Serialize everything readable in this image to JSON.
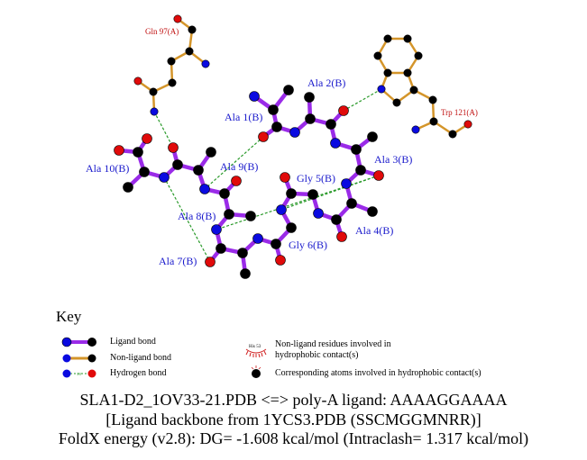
{
  "residues_nonligand": {
    "gln": "Gln 97(A)",
    "trp": "Trp 121(A)"
  },
  "residues_ligand": [
    "Ala 1(B)",
    "Ala 2(B)",
    "Ala 3(B)",
    "Ala 4(B)",
    "Gly 5(B)",
    "Gly 6(B)",
    "Ala 7(B)",
    "Ala 8(B)",
    "Ala 9(B)",
    "Ala 10(B)"
  ],
  "key": {
    "title": "Key",
    "ligand_bond": "Ligand bond",
    "nonligand_bond": "Non-ligand bond",
    "hydrogen_bond": "Hydrogen bond",
    "hbond_length": "3.0",
    "hydrophobic_example": "His 53",
    "hydrophobic_residues": "Non-ligand residues involved in hydrophobic contact(s)",
    "hydrophobic_atoms": "Corresponding atoms involved in hydrophobic contact(s)"
  },
  "caption": [
    "SLA1-D2_1OV33-21.PDB <=> poly-A ligand: AAAAGGAAAA",
    "[Ligand backbone from 1YCS3.PDB (SSCMGGMNRR)]",
    "FoldX energy (v2.8): DG= -1.608 kcal/mol (Intraclash= 1.317 kcal/mol)"
  ],
  "colors": {
    "ligand_bond": "#9a2be8",
    "nonligand_bond": "#d4952a",
    "hbond": "#2a9a2a",
    "N": "#0a0ae0",
    "O": "#e00a0a",
    "C": "#000000",
    "label": "#1a1acc",
    "residue_label": "#c01010"
  }
}
